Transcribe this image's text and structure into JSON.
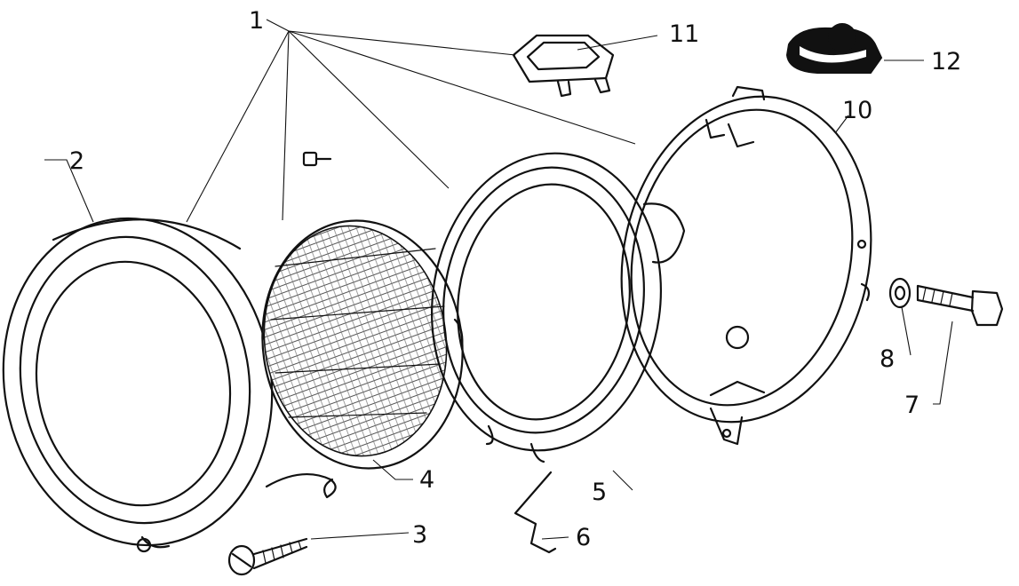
{
  "diagram": {
    "callouts": [
      {
        "id": "c1",
        "text": "1"
      },
      {
        "id": "c2",
        "text": "2"
      },
      {
        "id": "c3",
        "text": "3"
      },
      {
        "id": "c4",
        "text": "4"
      },
      {
        "id": "c5",
        "text": "5"
      },
      {
        "id": "c6",
        "text": "6"
      },
      {
        "id": "c7",
        "text": "7"
      },
      {
        "id": "c8",
        "text": "8"
      },
      {
        "id": "c10",
        "text": "10"
      },
      {
        "id": "c11",
        "text": "11"
      },
      {
        "id": "c12",
        "text": "12"
      }
    ]
  },
  "colors": {
    "ink": "#111111",
    "paper": "#ffffff"
  }
}
